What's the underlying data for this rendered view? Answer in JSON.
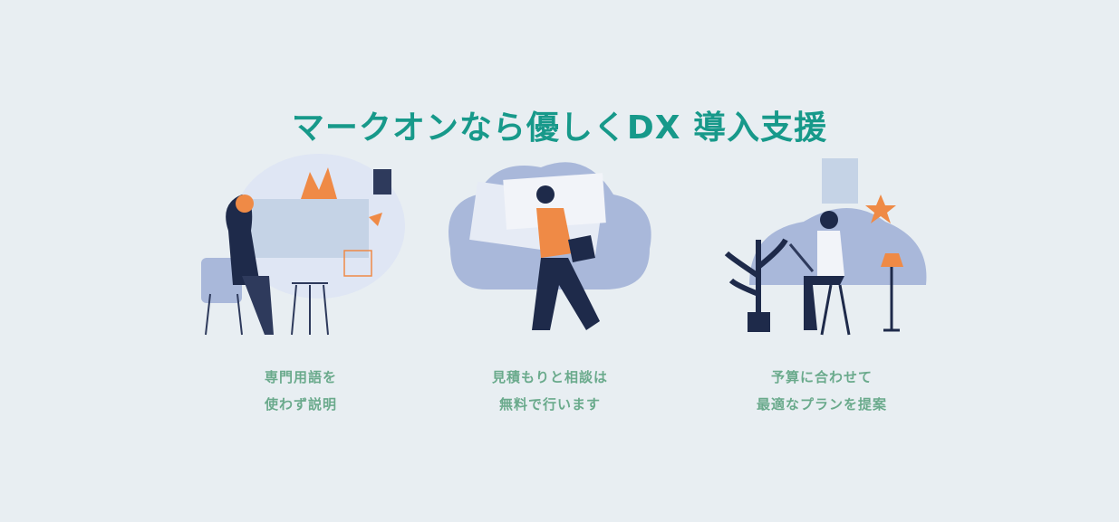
{
  "title": "マークオンなら優しくDX 導入支援",
  "features": [
    {
      "line1": "専門用語を",
      "line2": "使わず説明",
      "icon": "consultant-at-desk-illustration"
    },
    {
      "line1": "見積もりと相談は",
      "line2": "無料で行います",
      "icon": "person-carrying-documents-illustration"
    },
    {
      "line1": "予算に合わせて",
      "line2": "最適なプランを提案",
      "icon": "person-working-laptop-illustration"
    }
  ],
  "colors": {
    "title": "#17998a",
    "caption": "#6aaa8c",
    "background": "#e8eef2",
    "accent": "#ef8a46",
    "navy": "#1e2a4a",
    "blob": "#a9b8da"
  }
}
